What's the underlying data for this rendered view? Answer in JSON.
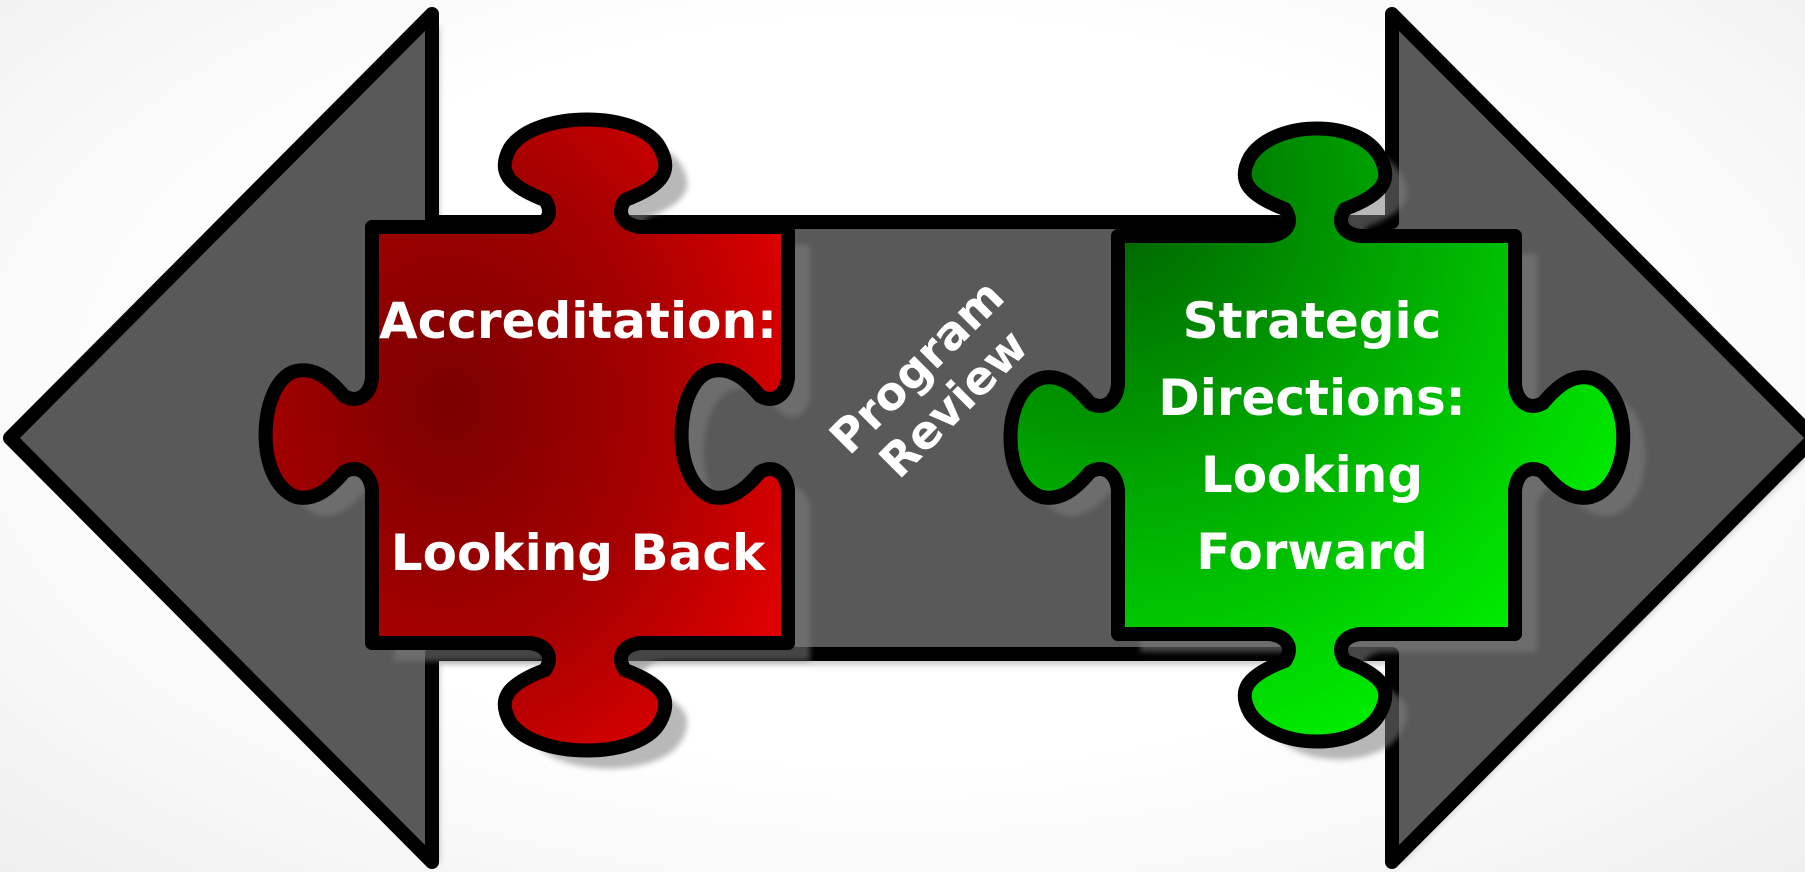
{
  "diagram": {
    "left_piece": {
      "title": "Accreditation:",
      "subtitle": "Looking Back"
    },
    "middle": {
      "line1": "Program",
      "line2": "Review"
    },
    "right_piece": {
      "line1": "Strategic",
      "line2": "Directions:",
      "line3": "Looking",
      "line4": "Forward"
    }
  },
  "colors": {
    "arrow_fill": "#595959",
    "outline": "#000000",
    "red_dark": "#7a0000",
    "red_light": "#e60000",
    "green_dark": "#006400",
    "green_light": "#00e600",
    "text": "#ffffff"
  }
}
